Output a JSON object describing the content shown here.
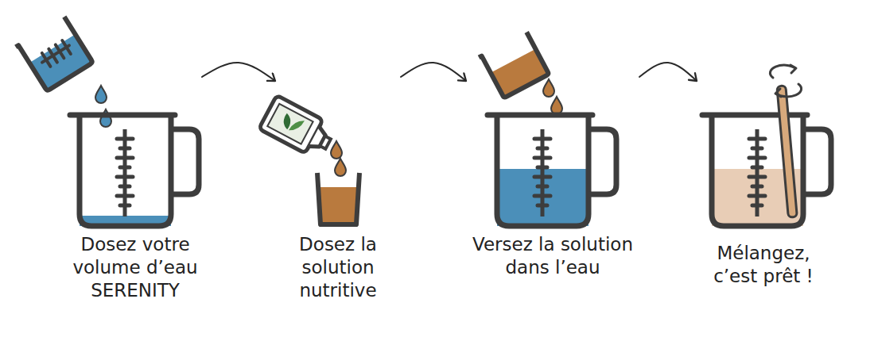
{
  "diagram": {
    "nodes": [
      {
        "text": [
          "Dosez votre volume d’eau SERENITY"
        ]
      },
      {
        "text": [
          "Dosez la solution nutritive"
        ]
      },
      {
        "text": [
          "Versez la solution dans l’eau"
        ]
      },
      {
        "text": [
          "Mélangez, c’est prêt !"
        ]
      }
    ],
    "edges": [
      {
        "from": 0,
        "to": 1,
        "arrow": "to"
      },
      {
        "from": 1,
        "to": 2,
        "arrow": "to"
      },
      {
        "from": 2,
        "to": 3,
        "arrow": "to"
      }
    ]
  }
}
